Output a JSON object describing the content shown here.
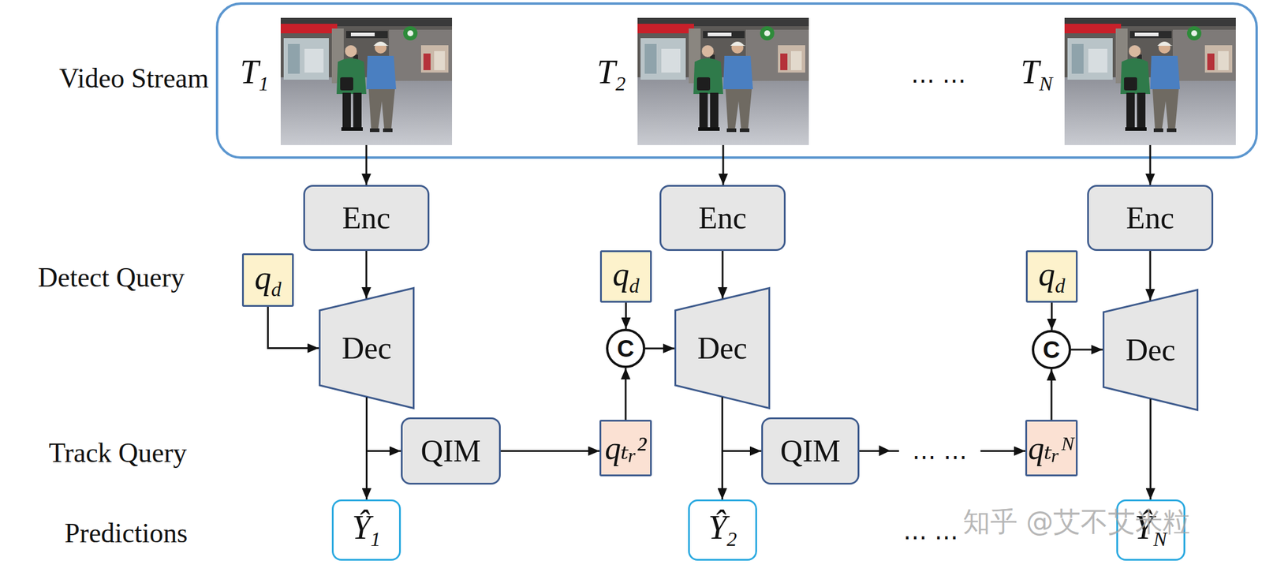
{
  "diagram": {
    "nodes": [
      {
        "text": [
          "Video Stream"
        ]
      },
      {
        "text": [
          "T1"
        ],
        "in": 0
      },
      {
        "text": [
          "T2"
        ],
        "in": 0
      },
      {
        "text": [
          "TN"
        ],
        "in": 0
      },
      {
        "text": [
          "Enc"
        ]
      },
      {
        "text": [
          "Enc"
        ]
      },
      {
        "text": [
          "Enc"
        ]
      },
      {
        "text": [
          "qd"
        ]
      },
      {
        "text": [
          "Dec"
        ]
      },
      {
        "text": [
          "qd"
        ]
      },
      {
        "text": [
          "C"
        ]
      },
      {
        "text": [
          "Dec"
        ]
      },
      {
        "text": [
          "qd"
        ]
      },
      {
        "text": [
          "C"
        ]
      },
      {
        "text": [
          "Dec"
        ]
      },
      {
        "text": [
          "QIM"
        ]
      },
      {
        "text": [
          "qₜᵣ²"
        ]
      },
      {
        "text": [
          "QIM"
        ]
      },
      {
        "text": [
          "qₜᵣᴺ"
        ]
      },
      {
        "text": [
          "Ŷ1"
        ]
      },
      {
        "text": [
          "Ŷ2"
        ]
      },
      {
        "text": [
          "ŶN"
        ]
      }
    ],
    "edges": [
      {
        "from": 1,
        "to": 4,
        "arrow": "to"
      },
      {
        "from": 2,
        "to": 5,
        "arrow": "to"
      },
      {
        "from": 3,
        "to": 6,
        "arrow": "to"
      },
      {
        "from": 4,
        "to": 8,
        "arrow": "to"
      },
      {
        "from": 5,
        "to": 11,
        "arrow": "to"
      },
      {
        "from": 6,
        "to": 14,
        "arrow": "to"
      },
      {
        "from": 7,
        "to": 8,
        "arrow": "to"
      },
      {
        "from": 8,
        "to": 19,
        "arrow": "to"
      },
      {
        "from": 8,
        "to": 15,
        "arrow": "to"
      },
      {
        "from": 15,
        "to": 16,
        "arrow": "to"
      },
      {
        "from": 16,
        "to": 10,
        "arrow": "to"
      },
      {
        "from": 9,
        "to": 10,
        "arrow": "to"
      },
      {
        "from": 10,
        "to": 11,
        "arrow": "to"
      },
      {
        "from": 11,
        "to": 20,
        "arrow": "to"
      },
      {
        "from": 11,
        "to": 17,
        "arrow": "to"
      },
      {
        "from": 17,
        "to": 18,
        "arrow": "to"
      },
      {
        "from": 18,
        "to": 13,
        "arrow": "to"
      },
      {
        "from": 12,
        "to": 13,
        "arrow": "to"
      },
      {
        "from": 13,
        "to": 14,
        "arrow": "to"
      },
      {
        "from": 14,
        "to": 21,
        "arrow": "to"
      }
    ],
    "labels": [
      "… …",
      "Detect Query",
      "Track Query",
      "… …",
      "Predictions",
      "… …",
      "知乎 @艾不艾米粒"
    ]
  }
}
